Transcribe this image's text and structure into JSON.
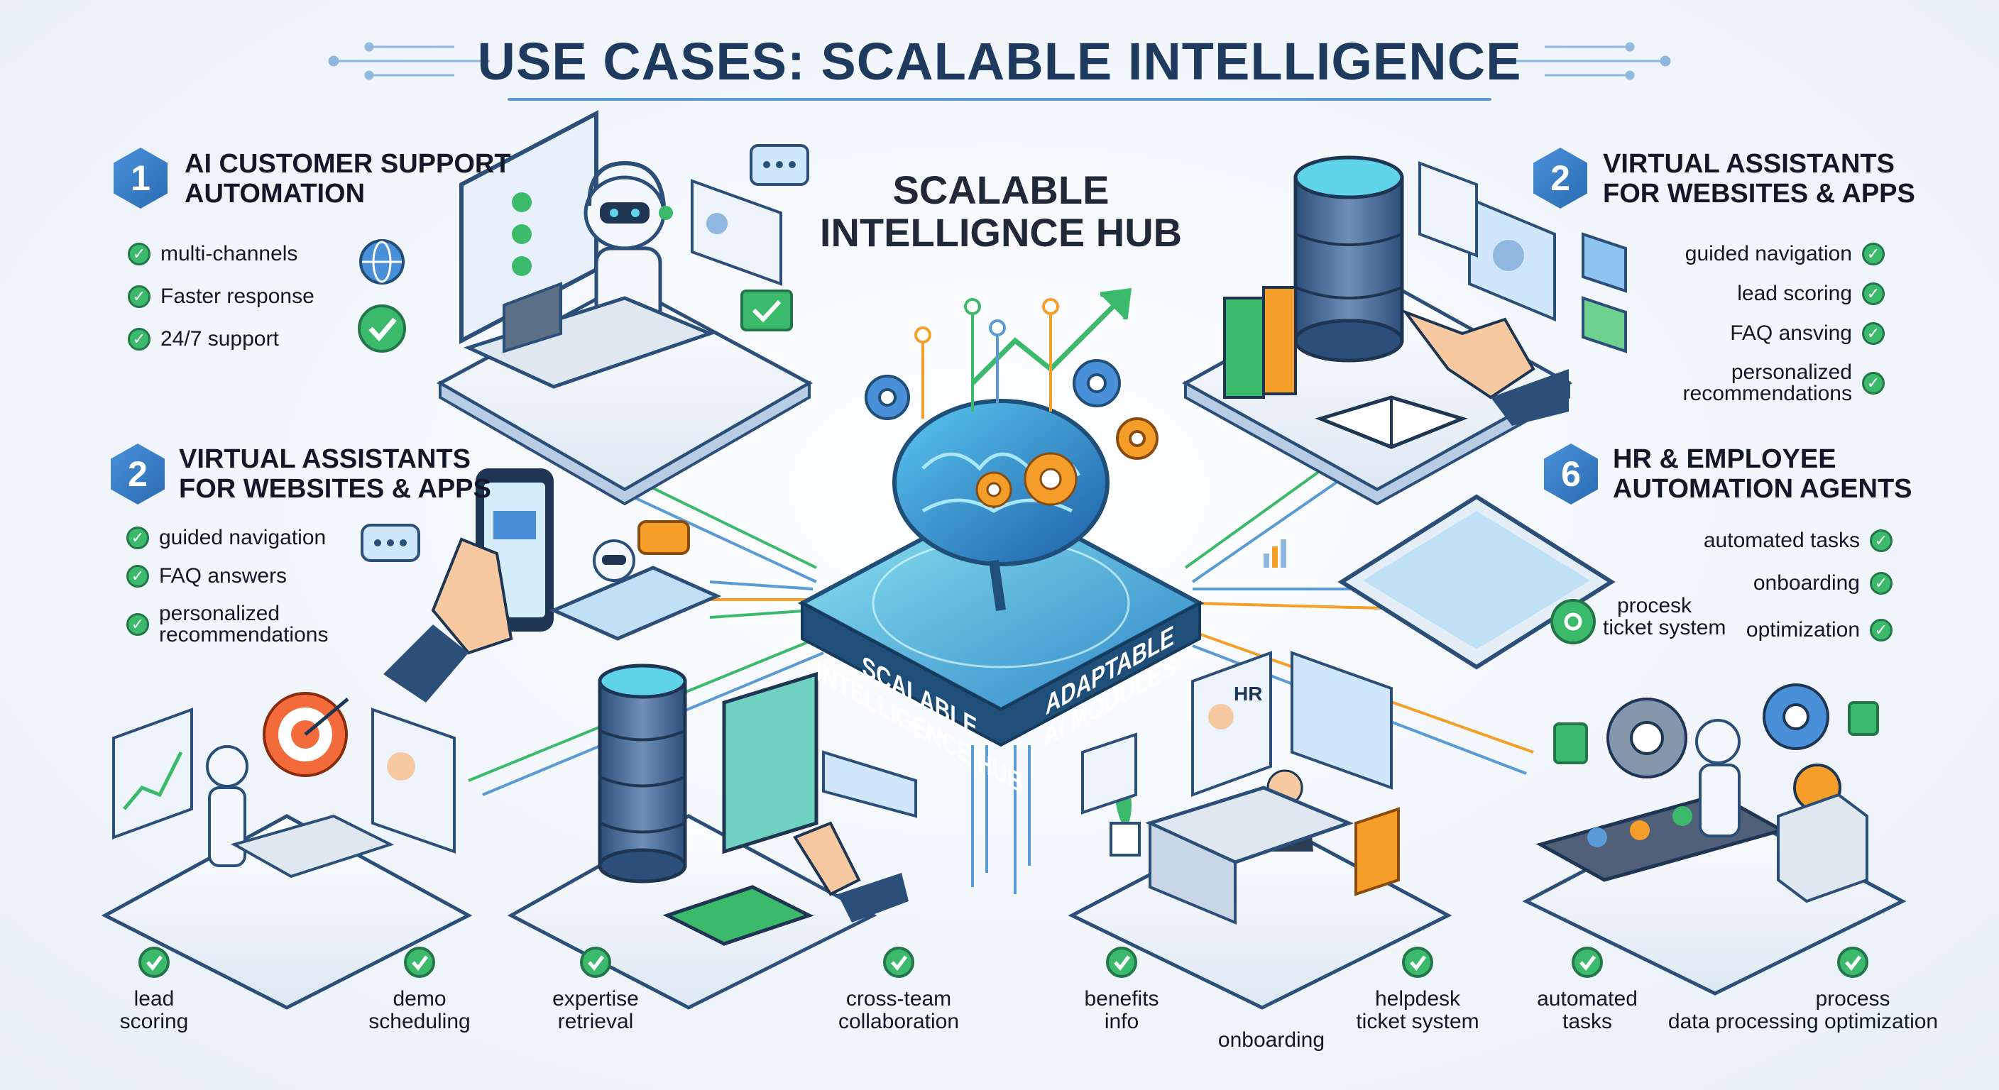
{
  "title": "USE CASES: SCALABLE INTELLIGENCE",
  "hub": {
    "title_line1": "SCALABLE",
    "title_line2": "INTELLIGNCE HUB",
    "side_left_line1": "SCALABLE",
    "side_left_line2": "INTELLIGENCE HUB",
    "side_right_line1": "ADAPTABLE",
    "side_right_line2": "AI MODULES"
  },
  "sections": {
    "customer_support": {
      "number": "1",
      "title_line1": "AI CUSTOMER SUPPORT",
      "title_line2": "AUTOMATION",
      "items": [
        "multi-channels",
        "Faster response",
        "24/7 support"
      ]
    },
    "virtual_assistants_left": {
      "number": "2",
      "title_line1": "VIRTUAL ASSISTANTS",
      "title_line2": "FOR WEBSITES & APPS",
      "items": [
        "guided navigation",
        "FAQ answers",
        "personalized",
        "recommendations"
      ]
    },
    "virtual_assistants_right": {
      "number": "2",
      "title_line1": "VIRTUAL ASSISTANTS",
      "title_line2": "FOR WEBSITES & APPS",
      "items": [
        "guided navigation",
        "lead scoring",
        "FAQ ansving",
        "personalized",
        "recommendations"
      ]
    },
    "hr_agents": {
      "number": "6",
      "title_line1": "HR & EMPLOYEE",
      "title_line2": "AUTOMATION AGENTS",
      "items": [
        "automated tasks",
        "onboarding",
        "optimization"
      ],
      "gear_label_line1": "procesk",
      "gear_label_line2": "ticket system"
    }
  },
  "bottom_labels": [
    {
      "line1": "lead",
      "line2": "scoring"
    },
    {
      "line1": "demo",
      "line2": "scheduling"
    },
    {
      "line1": "expertise",
      "line2": "retrieval"
    },
    {
      "line1": "cross-team",
      "line2": "collaboration"
    },
    {
      "line1": "benefits",
      "line2": "info"
    },
    {
      "line1": "onboarding"
    },
    {
      "line1": "helpdesk",
      "line2": "ticket system"
    },
    {
      "line1": "automated",
      "line2": "tasks"
    },
    {
      "line1": "process",
      "line2": "data processing optimization"
    }
  ],
  "hr_card_label": "HR",
  "colors": {
    "title": "#1e3a5f",
    "hex_badge": "#3b82c8",
    "check_green": "#3cba6b",
    "hub_dark": "#1f4e79",
    "hub_glow": "#5fd3e8",
    "accent_orange": "#f59e2a",
    "line_blue": "#5b9bd5"
  }
}
